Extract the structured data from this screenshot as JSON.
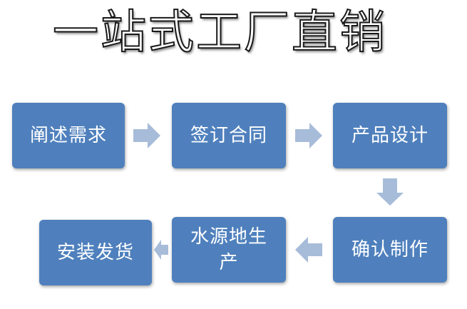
{
  "title": "一站式工厂直销",
  "steps": [
    {
      "label": "阐述需求"
    },
    {
      "label": "签订合同"
    },
    {
      "label": "产品设计"
    },
    {
      "label": "确认制作"
    },
    {
      "label": "水源地生产"
    },
    {
      "label": "安装发货"
    }
  ],
  "colors": {
    "box_fill": "#4f80bd",
    "arrow_fill": "#a7bcd9",
    "text": "#ffffff"
  }
}
